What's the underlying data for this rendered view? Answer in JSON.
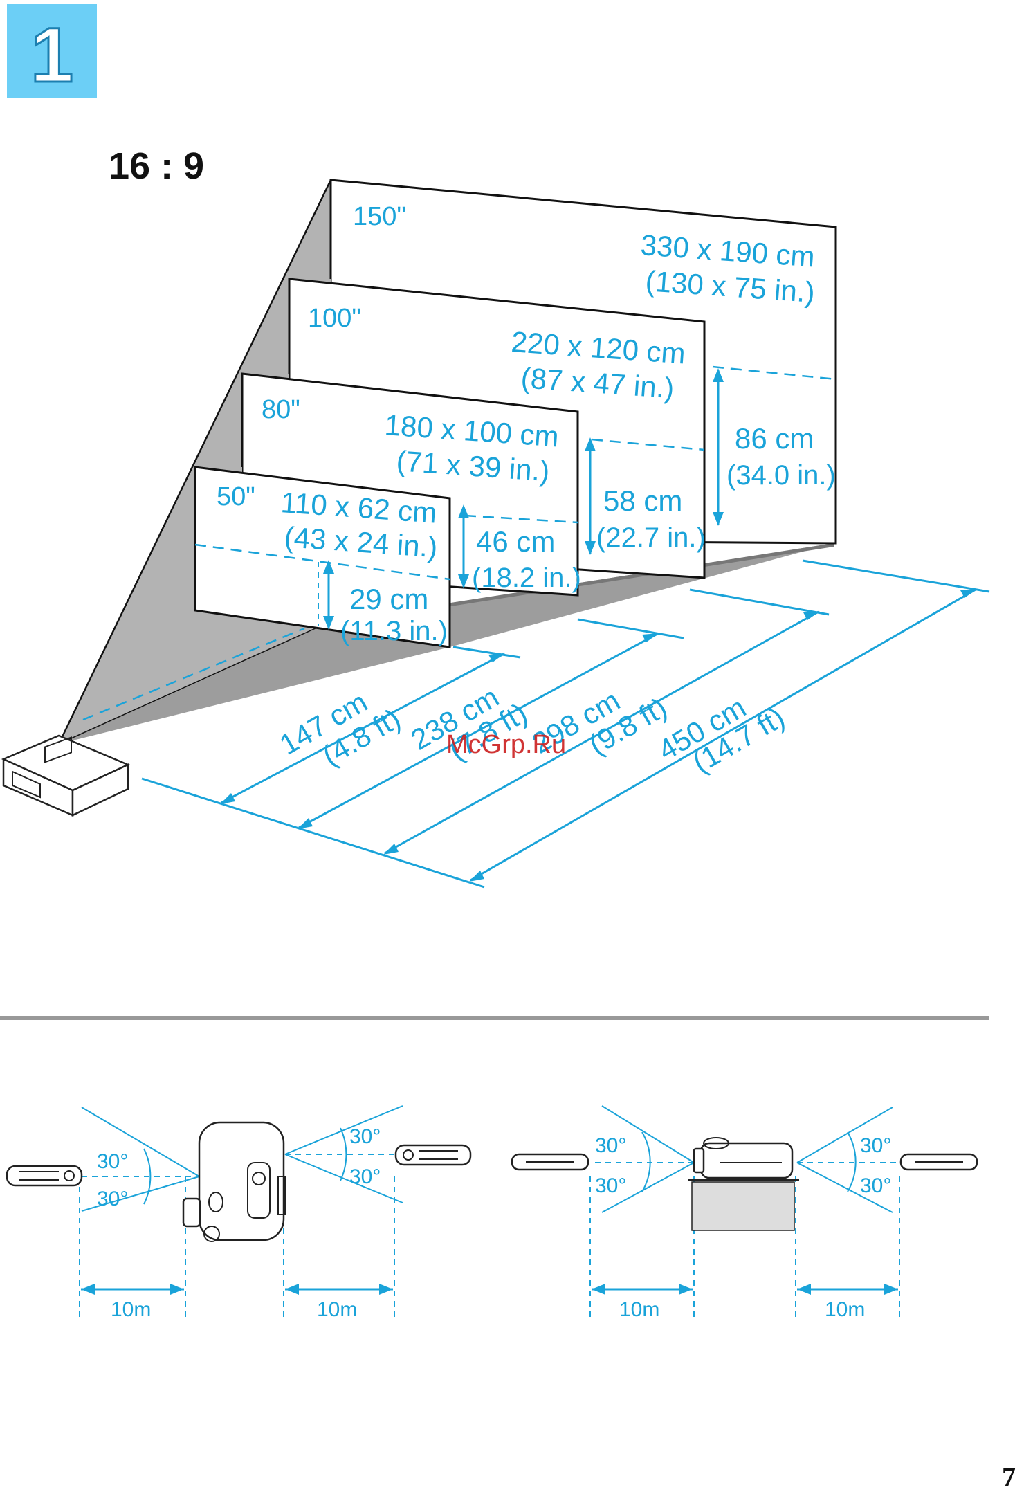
{
  "section_badge": {
    "number": "1",
    "bg": "#6ccff6"
  },
  "aspect_ratio": "16 : 9",
  "screens": [
    {
      "diagonal": "150\"",
      "size_cm": "330 x 190 cm",
      "size_in": "(130 x 75 in.)",
      "height_cm": "86 cm",
      "height_in": "(34.0 in.)"
    },
    {
      "diagonal": "100\"",
      "size_cm": "220 x 120 cm",
      "size_in": "(87 x 47 in.)",
      "height_cm": "58 cm",
      "height_in": "(22.7 in.)"
    },
    {
      "diagonal": "80\"",
      "size_cm": "180 x 100 cm",
      "size_in": "(71 x 39 in.)",
      "height_cm": "46 cm",
      "height_in": "(18.2 in.)"
    },
    {
      "diagonal": "50\"",
      "size_cm": "110 x 62 cm",
      "size_in": "(43 x 24 in.)",
      "height_cm": "29 cm",
      "height_in": "(11.3 in.)"
    }
  ],
  "distances": [
    {
      "cm": "147 cm",
      "ft": "(4.8 ft)"
    },
    {
      "cm": "238 cm",
      "ft": "(7.8 ft)"
    },
    {
      "cm": "298 cm",
      "ft": "(9.8 ft)"
    },
    {
      "cm": "450 cm",
      "ft": "(14.7 ft)"
    }
  ],
  "watermark": "McGrp.Ru",
  "remote_range": {
    "angle": "30°",
    "distance": "10m"
  },
  "page_number": "7",
  "colors": {
    "accent": "#1aa3d9",
    "screen_side": "#b3b3b3",
    "divider": "#999999"
  }
}
